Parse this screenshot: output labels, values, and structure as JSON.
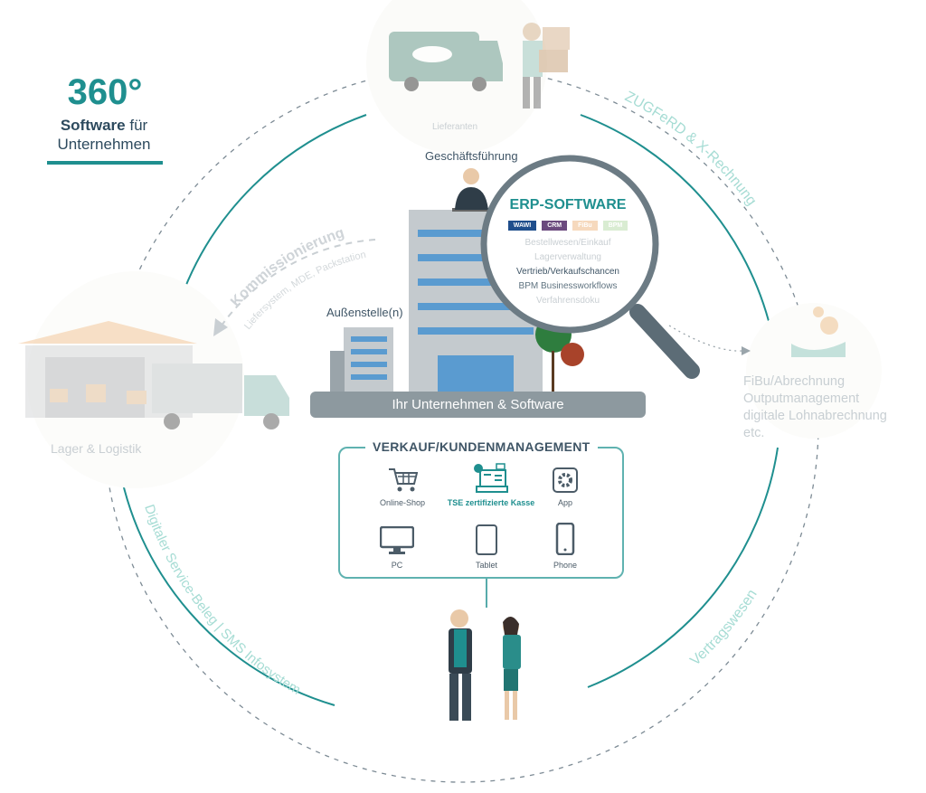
{
  "header": {
    "number": "360°",
    "line1_bold": "Software",
    "line1_rest": "für",
    "line2": "Unternehmen"
  },
  "nodes": {
    "top": "Lieferanten",
    "left": "Lager & Logistik",
    "right_lines": [
      "FiBu/Abrechnung",
      "Outputmanagement",
      "digitale Lohnabrechnung",
      "etc."
    ],
    "management": "Geschäftsführung",
    "branch": "Außenstelle(n)",
    "company": "Ihr Unternehmen & Software"
  },
  "ring_labels": {
    "top_right": "ZUGFeRD & X-Rechnung",
    "bottom_right": "Vertragswesen",
    "bottom_left": "Digitaler Service-Beleg | SMS Infosystem",
    "inner_title": "Kommissionierung",
    "inner_sub": "Liefersystem, MDE, Packstation"
  },
  "erp": {
    "title": "ERP-SOFTWARE",
    "chips": [
      {
        "label": "WAWI",
        "color": "#1f4e8c"
      },
      {
        "label": "CRM",
        "color": "#6b4a7e"
      },
      {
        "label": "FiBu",
        "color": "#f6d9bd"
      },
      {
        "label": "BPM",
        "color": "#d9ecd2"
      }
    ],
    "items": [
      {
        "label": "Bestellwesen/Einkauf",
        "color": "#c9cfd3"
      },
      {
        "label": "Lagerverwaltung",
        "color": "#c9cfd3"
      },
      {
        "label": "Vertrieb/Verkaufschancen",
        "color": "#3f5566"
      },
      {
        "label": "BPM Businessworkflows",
        "color": "#5f7380"
      },
      {
        "label": "Verfahrensdoku",
        "color": "#c9cfd3"
      }
    ]
  },
  "sales": {
    "title": "VERKAUF/KUNDENMANAGEMENT",
    "devices": [
      {
        "label": "Online-Shop",
        "icon": "cart-icon"
      },
      {
        "label": "TSE zertifizierte Kasse",
        "icon": "cash-register-icon"
      },
      {
        "label": "App",
        "icon": "gear-app-icon"
      },
      {
        "label": "PC",
        "icon": "monitor-icon"
      },
      {
        "label": "Tablet",
        "icon": "tablet-icon"
      },
      {
        "label": "Phone",
        "icon": "phone-icon"
      }
    ]
  },
  "colors": {
    "teal": "#1f8f8f",
    "slate": "#3f5566",
    "grey": "#8d999f"
  }
}
